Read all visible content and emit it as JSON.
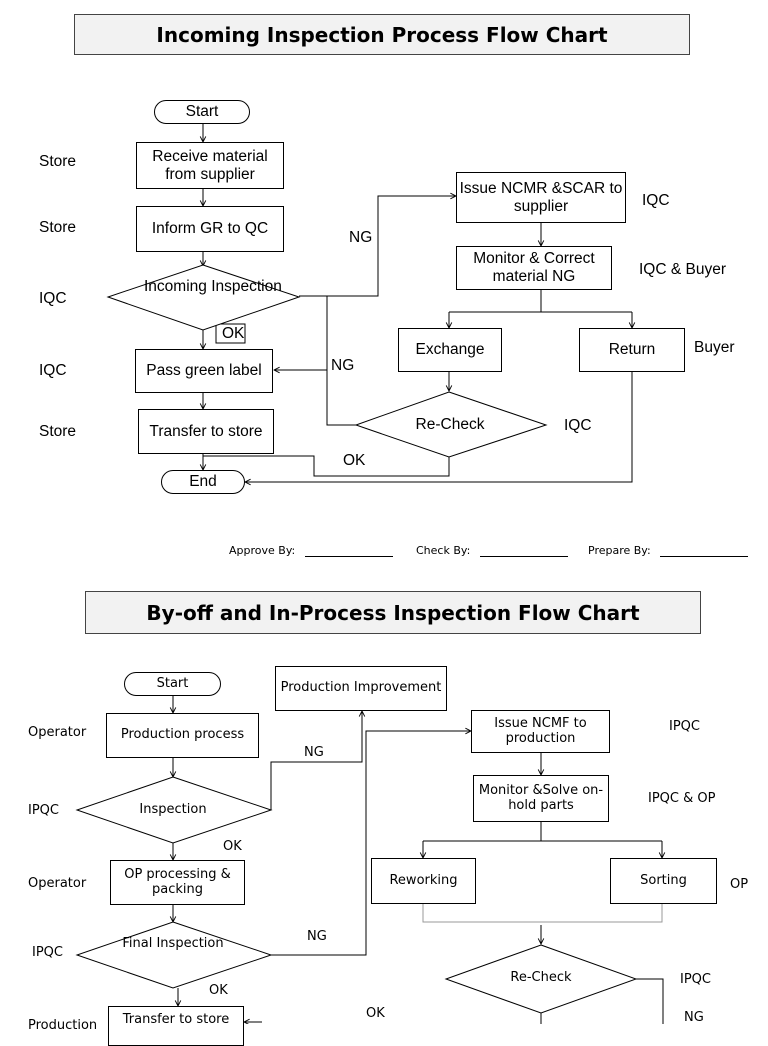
{
  "chart1": {
    "title": "Incoming Inspection Process Flow Chart",
    "nodes": {
      "start": "Start",
      "receive": "Receive material from supplier",
      "inform": "Inform GR to QC",
      "incoming": "Incoming Inspection",
      "pass": "Pass green label",
      "transfer": "Transfer to store",
      "end": "End",
      "issue": "Issue NCMR &SCAR to supplier",
      "monitor": "Monitor & Correct material NG",
      "exchange": "Exchange",
      "return": "Return",
      "recheck": "Re-Check"
    },
    "roles": {
      "store1": "Store",
      "store2": "Store",
      "iqc1": "IQC",
      "iqc2": "IQC",
      "store3": "Store",
      "issue": "IQC",
      "monitor": "IQC & Buyer",
      "return": "Buyer",
      "recheck": "IQC"
    },
    "edge_labels": {
      "ng1": "NG",
      "ok1": "OK",
      "ng2": "NG",
      "ok2": "OK"
    }
  },
  "signatures": {
    "approve": "Approve By:",
    "check": "Check By:",
    "prepare": "Prepare By:"
  },
  "chart2": {
    "title": "By-off and In-Process Inspection Flow Chart",
    "nodes": {
      "start": "Start",
      "production": "Production process",
      "inspection": "Inspection",
      "op_processing": "OP processing & packing",
      "final": "Final Inspection",
      "transfer": "Transfer to store",
      "improvement": "Production Improvement",
      "issue": "Issue NCMF to production",
      "monitor": "Monitor &Solve on-hold parts",
      "reworking": "Reworking",
      "sorting": "Sorting",
      "recheck": "Re-Check"
    },
    "roles": {
      "operator1": "Operator",
      "ipqc1": "IPQC",
      "operator2": "Operator",
      "ipqc2": "IPQC",
      "production": "Production",
      "issue": "IPQC",
      "monitor": "IPQC & OP",
      "sorting": "OP",
      "recheck": "IPQC"
    },
    "edge_labels": {
      "ng1": "NG",
      "ok1": "OK",
      "ng2": "NG",
      "ok2": "OK",
      "ok3": "OK",
      "ng3": "NG"
    }
  }
}
